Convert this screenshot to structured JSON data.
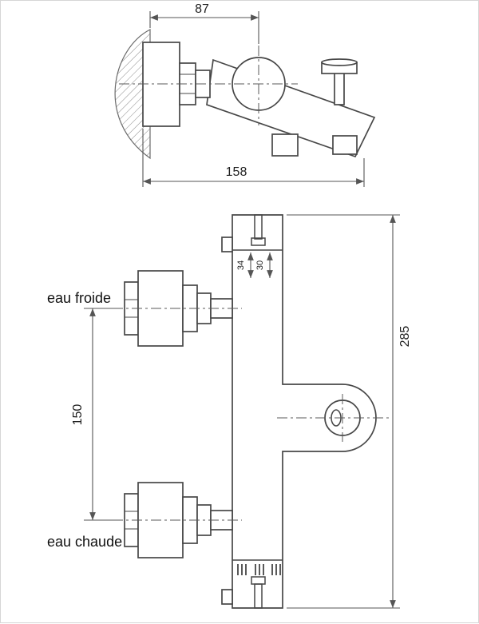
{
  "side_view": {
    "dimensions": {
      "wall_to_axis": "87",
      "spout_reach": "158"
    }
  },
  "front_view": {
    "dimensions": {
      "inlet_spacing": "150",
      "overall_height": "285",
      "detail_a": "34",
      "detail_b": "30"
    },
    "labels": {
      "cold_water": "eau froide",
      "hot_water": "eau chaude"
    }
  },
  "colors": {
    "object_line": "#474747",
    "dimension_line": "#555555",
    "text": "#1e1e1e",
    "background": "#ffffff"
  }
}
